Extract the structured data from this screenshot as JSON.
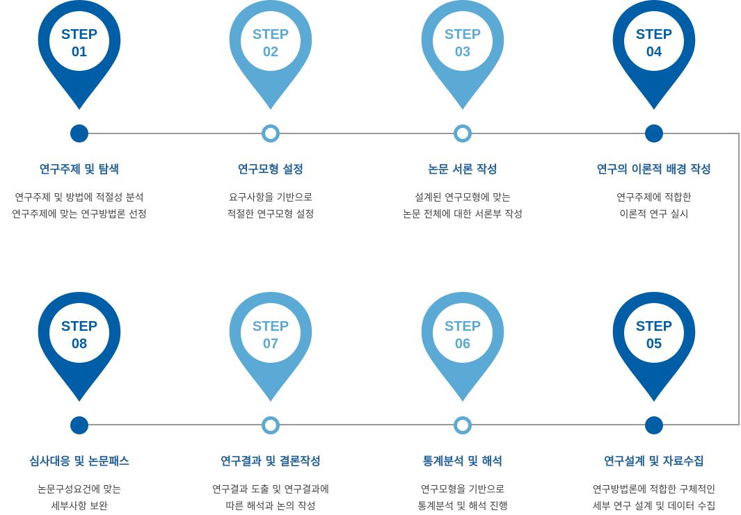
{
  "colors": {
    "dark": "#005ea6",
    "light": "#5aaad5",
    "line": "#999999",
    "title": "#1f5e99"
  },
  "steps": [
    {
      "label": "STEP",
      "num": "01",
      "tone": "dark",
      "title": "연구주제 및 탐색",
      "desc1": "연구주제 및 방법에 적절성 분석",
      "desc2": "연구주제에 맞는 연구방법론 선정"
    },
    {
      "label": "STEP",
      "num": "02",
      "tone": "light",
      "title": "연구모형 설정",
      "desc1": "요구사항을 기반으로",
      "desc2": "적절한 연구모형 설정"
    },
    {
      "label": "STEP",
      "num": "03",
      "tone": "light",
      "title": "논문 서론 작성",
      "desc1": "설계된 연구모형에 맞는",
      "desc2": "논문 전체에 대한 서론부 작성"
    },
    {
      "label": "STEP",
      "num": "04",
      "tone": "dark",
      "title": "연구의 이론적 배경 작성",
      "desc1": "연구주제에 적합한",
      "desc2": "이론적 연구 실시"
    },
    {
      "label": "STEP",
      "num": "08",
      "tone": "dark",
      "title": "심사대응 및 논문패스",
      "desc1": "논문구성요건에 맞는",
      "desc2": "세부사항 보완"
    },
    {
      "label": "STEP",
      "num": "07",
      "tone": "light",
      "title": "연구결과 및 결론작성",
      "desc1": "연구결과 도출 및 연구결과에",
      "desc2": "따른 해석과 논의 작성"
    },
    {
      "label": "STEP",
      "num": "06",
      "tone": "light",
      "title": "통계분석 및 해석",
      "desc1": "연구모형을 기반으로",
      "desc2": "통계분석 및 해석 진행"
    },
    {
      "label": "STEP",
      "num": "05",
      "tone": "dark",
      "title": "연구설계 및 자료수집",
      "desc1": "연구방법론에 적합한 구체적인",
      "desc2": "세부 연구 설계 및 데이터 수집"
    }
  ]
}
